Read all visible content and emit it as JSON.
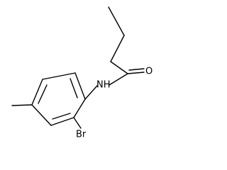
{
  "structure": {
    "atoms": {
      "oxygen": "O",
      "amide_nitrogen": "NH",
      "bromine": "Br"
    },
    "colors": {
      "bond": "#000000",
      "label": "#000000",
      "background": "#ffffff"
    }
  }
}
